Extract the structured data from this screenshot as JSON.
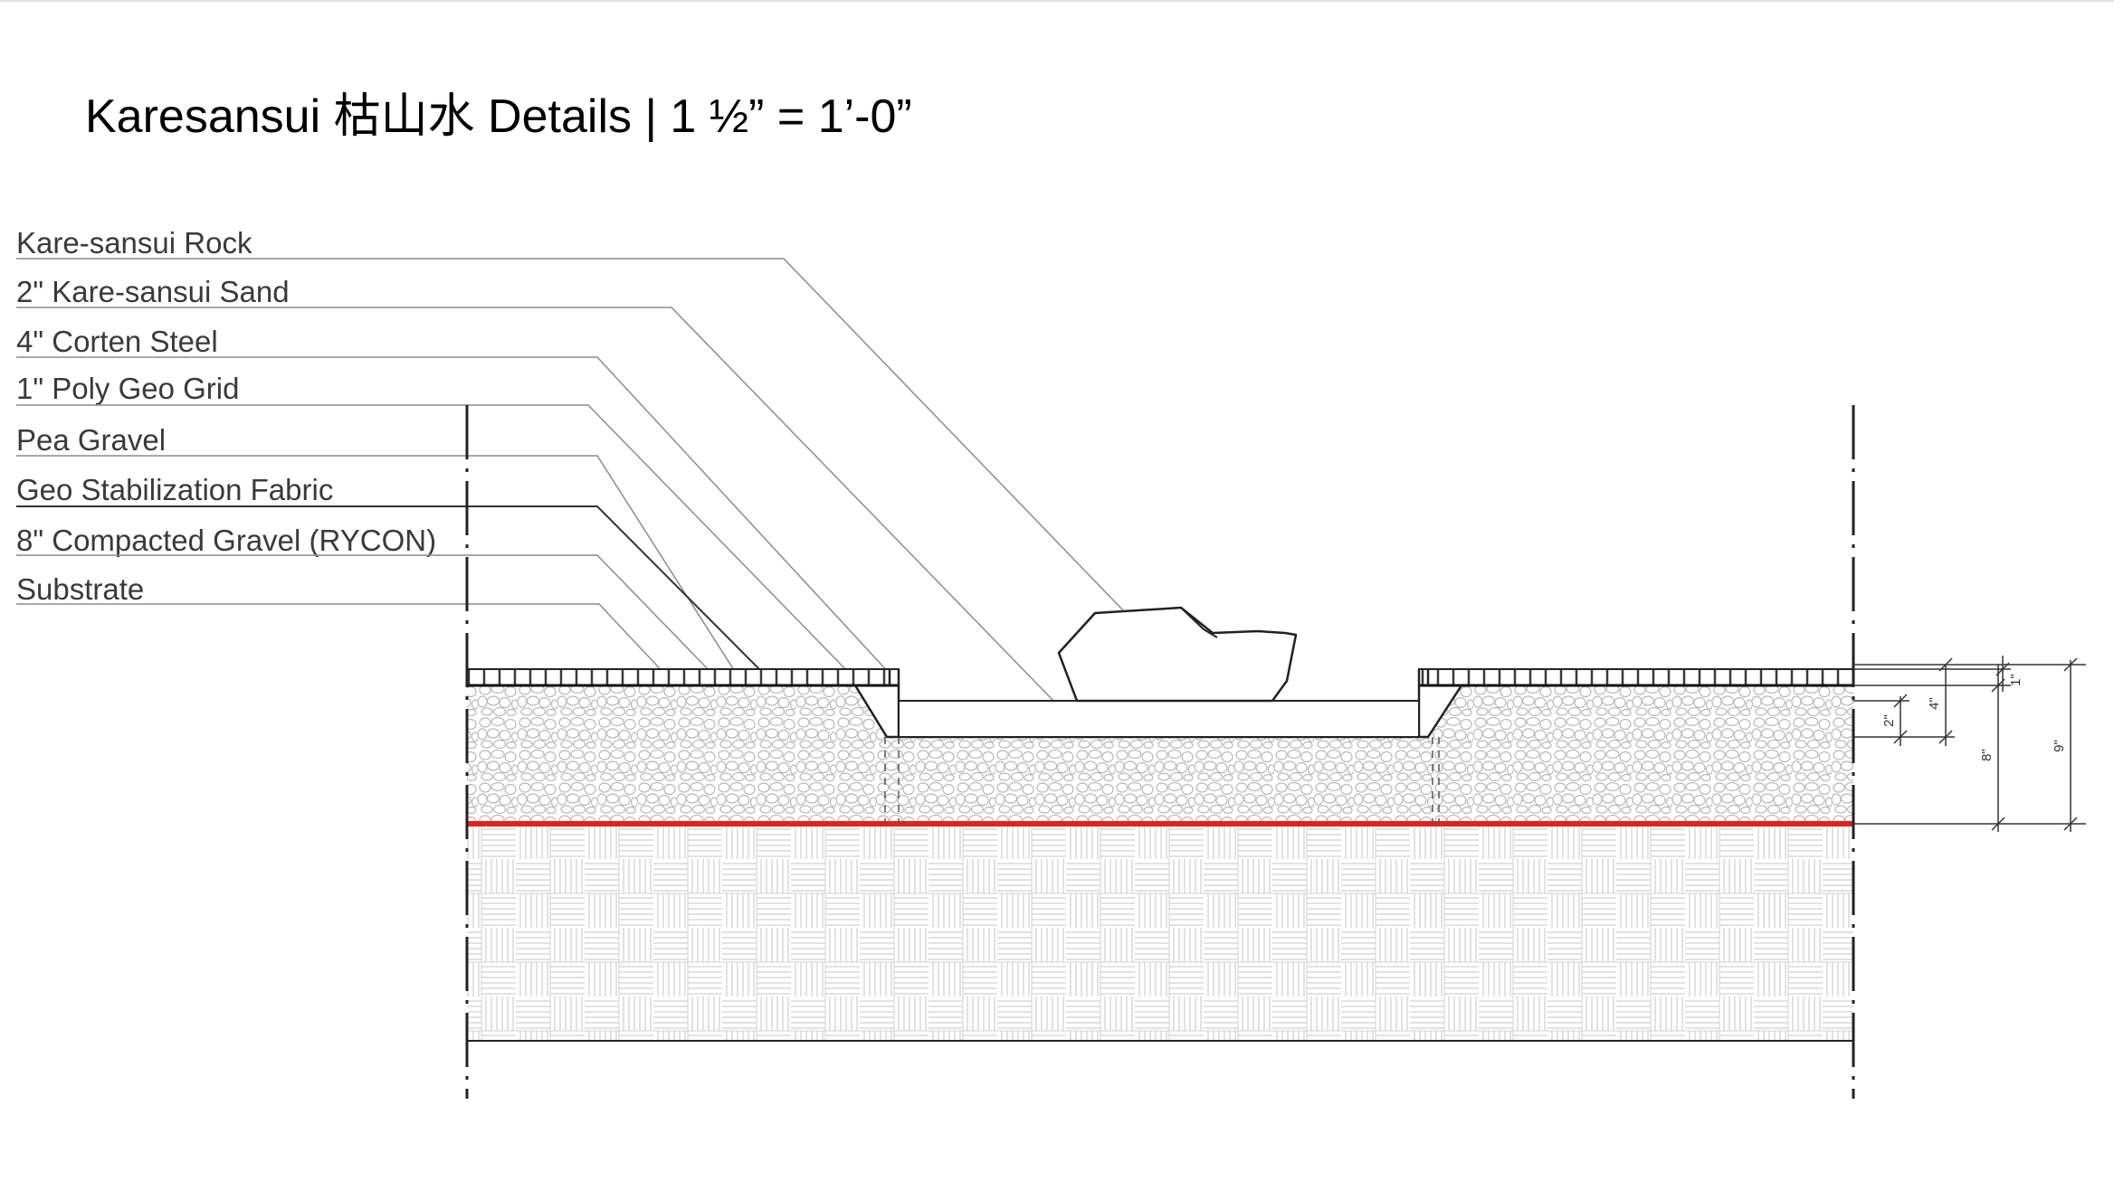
{
  "title": "Karesansui 枯山水 Details | 1 ½” = 1’-0”",
  "labels": [
    "Kare-sansui Rock",
    "2\" Kare-sansui Sand",
    "4\" Corten Steel",
    "1\" Poly Geo Grid",
    "Pea Gravel",
    "Geo Stabilization Fabric",
    "8\" Compacted Gravel (RYCON)",
    "Substrate"
  ],
  "dimensions": {
    "d1": "1\"",
    "d2": "2\"",
    "d3": "4\"",
    "d4": "8\"",
    "d5": "9\""
  },
  "colors": {
    "fabric_line": "#e0241b",
    "line": "#222222",
    "leader": "#8c8c8c"
  }
}
